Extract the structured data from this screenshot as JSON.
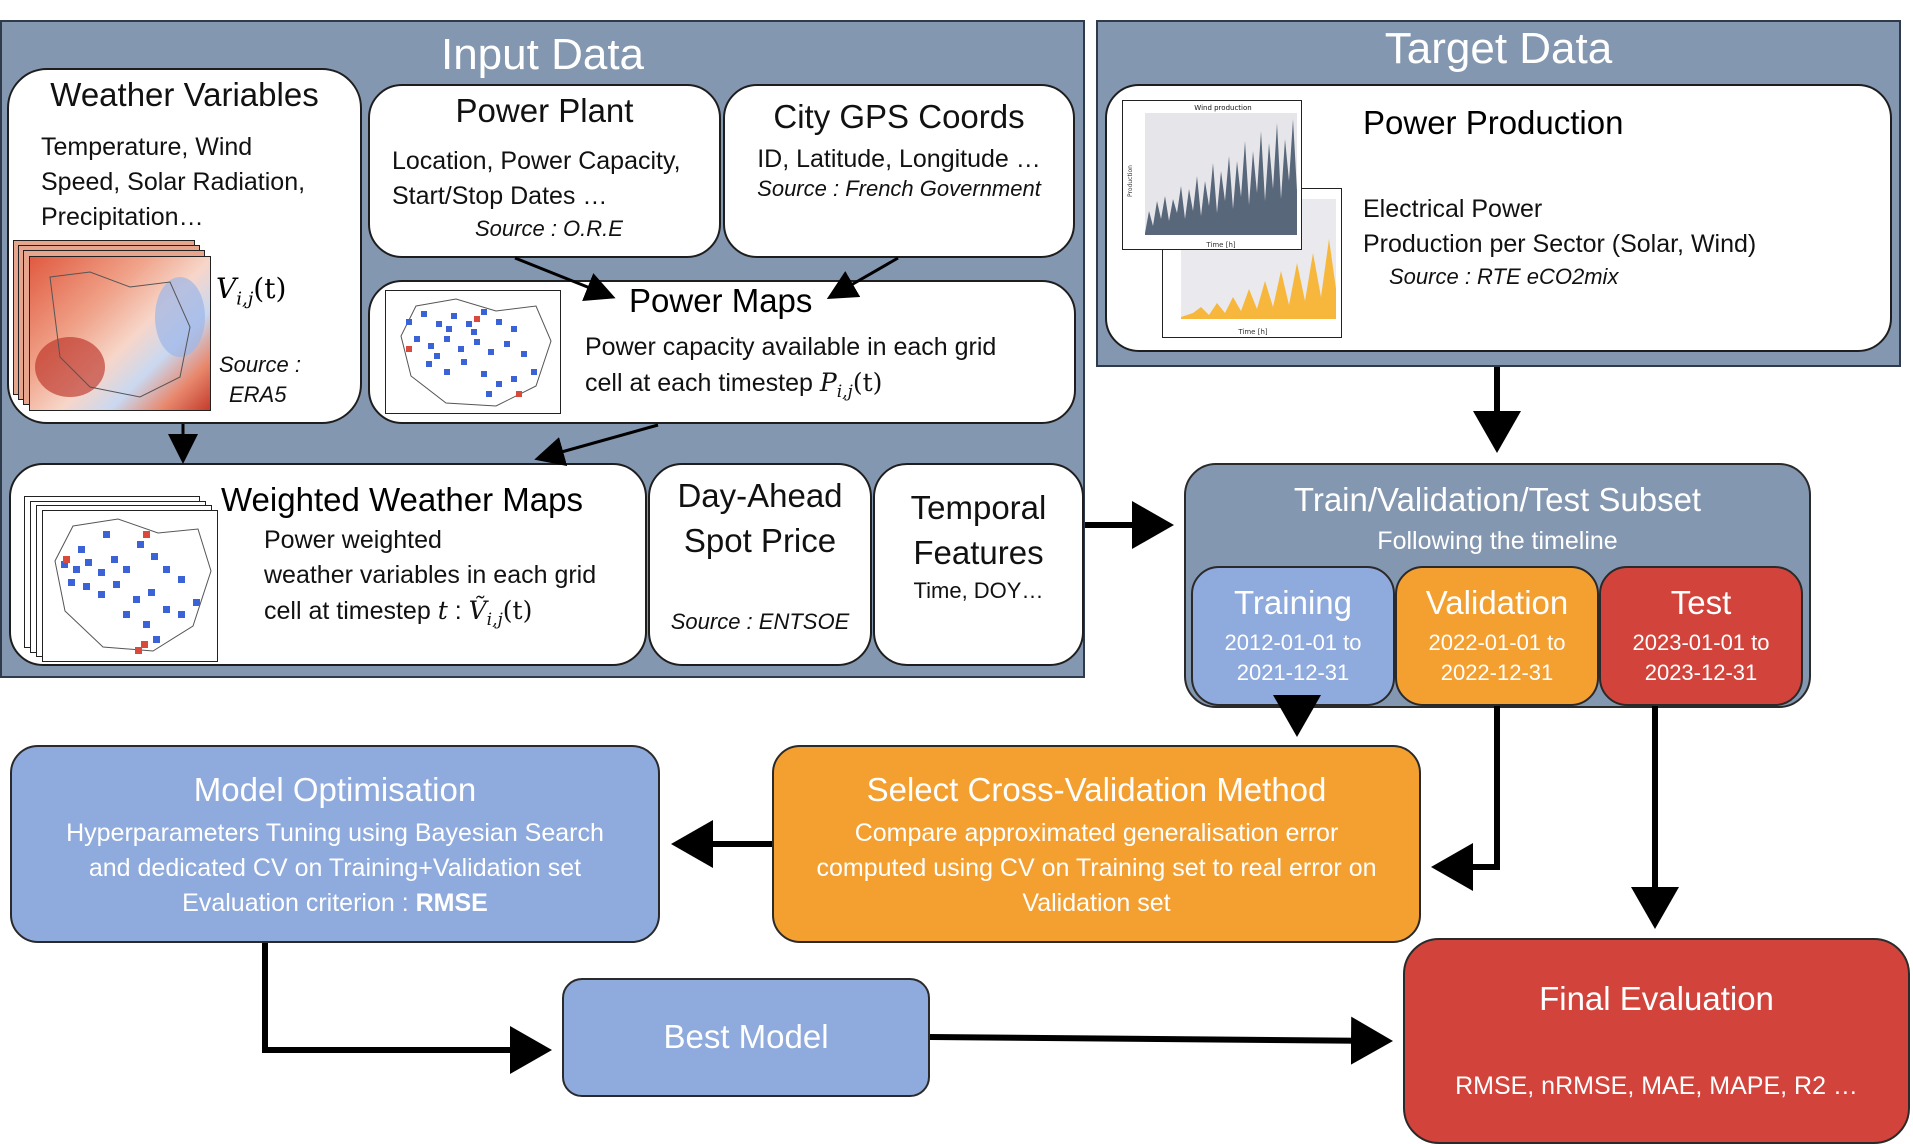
{
  "input_panel": {
    "title": "Input Data"
  },
  "weather": {
    "title": "Weather Variables",
    "desc": [
      "Temperature, Wind",
      "Speed, Solar Radiation,",
      "Precipitation…"
    ],
    "formula": "V",
    "formula_sub": "i,j",
    "formula_arg": "(t)",
    "source_label": "Source :",
    "source_value": "ERA5"
  },
  "power_plant": {
    "title": "Power Plant",
    "desc": [
      "Location, Power Capacity,",
      "Start/Stop Dates …"
    ],
    "source": "Source : O.R.E"
  },
  "city_gps": {
    "title": "City GPS Coords",
    "desc": "ID, Latitude, Longitude …",
    "source": "Source : French Government"
  },
  "power_maps": {
    "title": "Power Maps",
    "desc1": "Power capacity available in each grid",
    "desc2": "cell at each timestep",
    "formula": "P",
    "formula_sub": "i,j",
    "formula_arg": "(t)"
  },
  "weighted_maps": {
    "title": "Weighted Weather Maps",
    "desc": [
      "Power weighted",
      "weather variables in each grid"
    ],
    "desc3": "cell at  timestep",
    "formula_t": "t",
    "formula_colon": " : ",
    "formula": "Ṽ",
    "formula_sub": "i,j",
    "formula_arg": "(t)"
  },
  "day_ahead": {
    "title": [
      "Day-Ahead",
      "Spot Price"
    ],
    "source": "Source : ENTSOE"
  },
  "temporal": {
    "title": [
      "Temporal",
      "Features"
    ],
    "desc": "Time, DOY…"
  },
  "target_panel": {
    "title": "Target Data"
  },
  "power_production": {
    "title": "Power Production",
    "desc": [
      "Electrical Power",
      "Production per Sector (Solar, Wind)"
    ],
    "source": "Source : RTE eCO2mix",
    "mini_chart_title": "Wind production",
    "mini_chart_xlabel": "Time [h]",
    "mini_chart_ylabel": "Production"
  },
  "subset": {
    "title": "Train/Validation/Test Subset",
    "subtitle": "Following the timeline",
    "training": {
      "label": "Training",
      "from": "2012-01-01 to",
      "to": "2021-12-31"
    },
    "validation": {
      "label": "Validation",
      "from": "2022-01-01 to",
      "to": "2022-12-31"
    },
    "test": {
      "label": "Test",
      "from": "2023-01-01 to",
      "to": "2023-12-31"
    }
  },
  "model_opt": {
    "title": "Model Optimisation",
    "lines": [
      "Hyperparameters Tuning using Bayesian Search",
      "and dedicated CV on Training+Validation set"
    ],
    "criterion_label": "Evaluation criterion :  ",
    "criterion_value": "RMSE"
  },
  "cv_method": {
    "title": "Select Cross-Validation Method",
    "lines": [
      "Compare approximated generalisation error",
      "computed using CV on Training set to real error on",
      "Validation set"
    ]
  },
  "best_model": {
    "title": "Best Model"
  },
  "final_eval": {
    "title": "Final Evaluation",
    "metrics": "RMSE, nRMSE, MAE, MAPE, R2 …"
  },
  "colors": {
    "panel": "#8497b0",
    "blue": "#8faadc",
    "orange": "#f4a031",
    "red": "#d2443b"
  }
}
